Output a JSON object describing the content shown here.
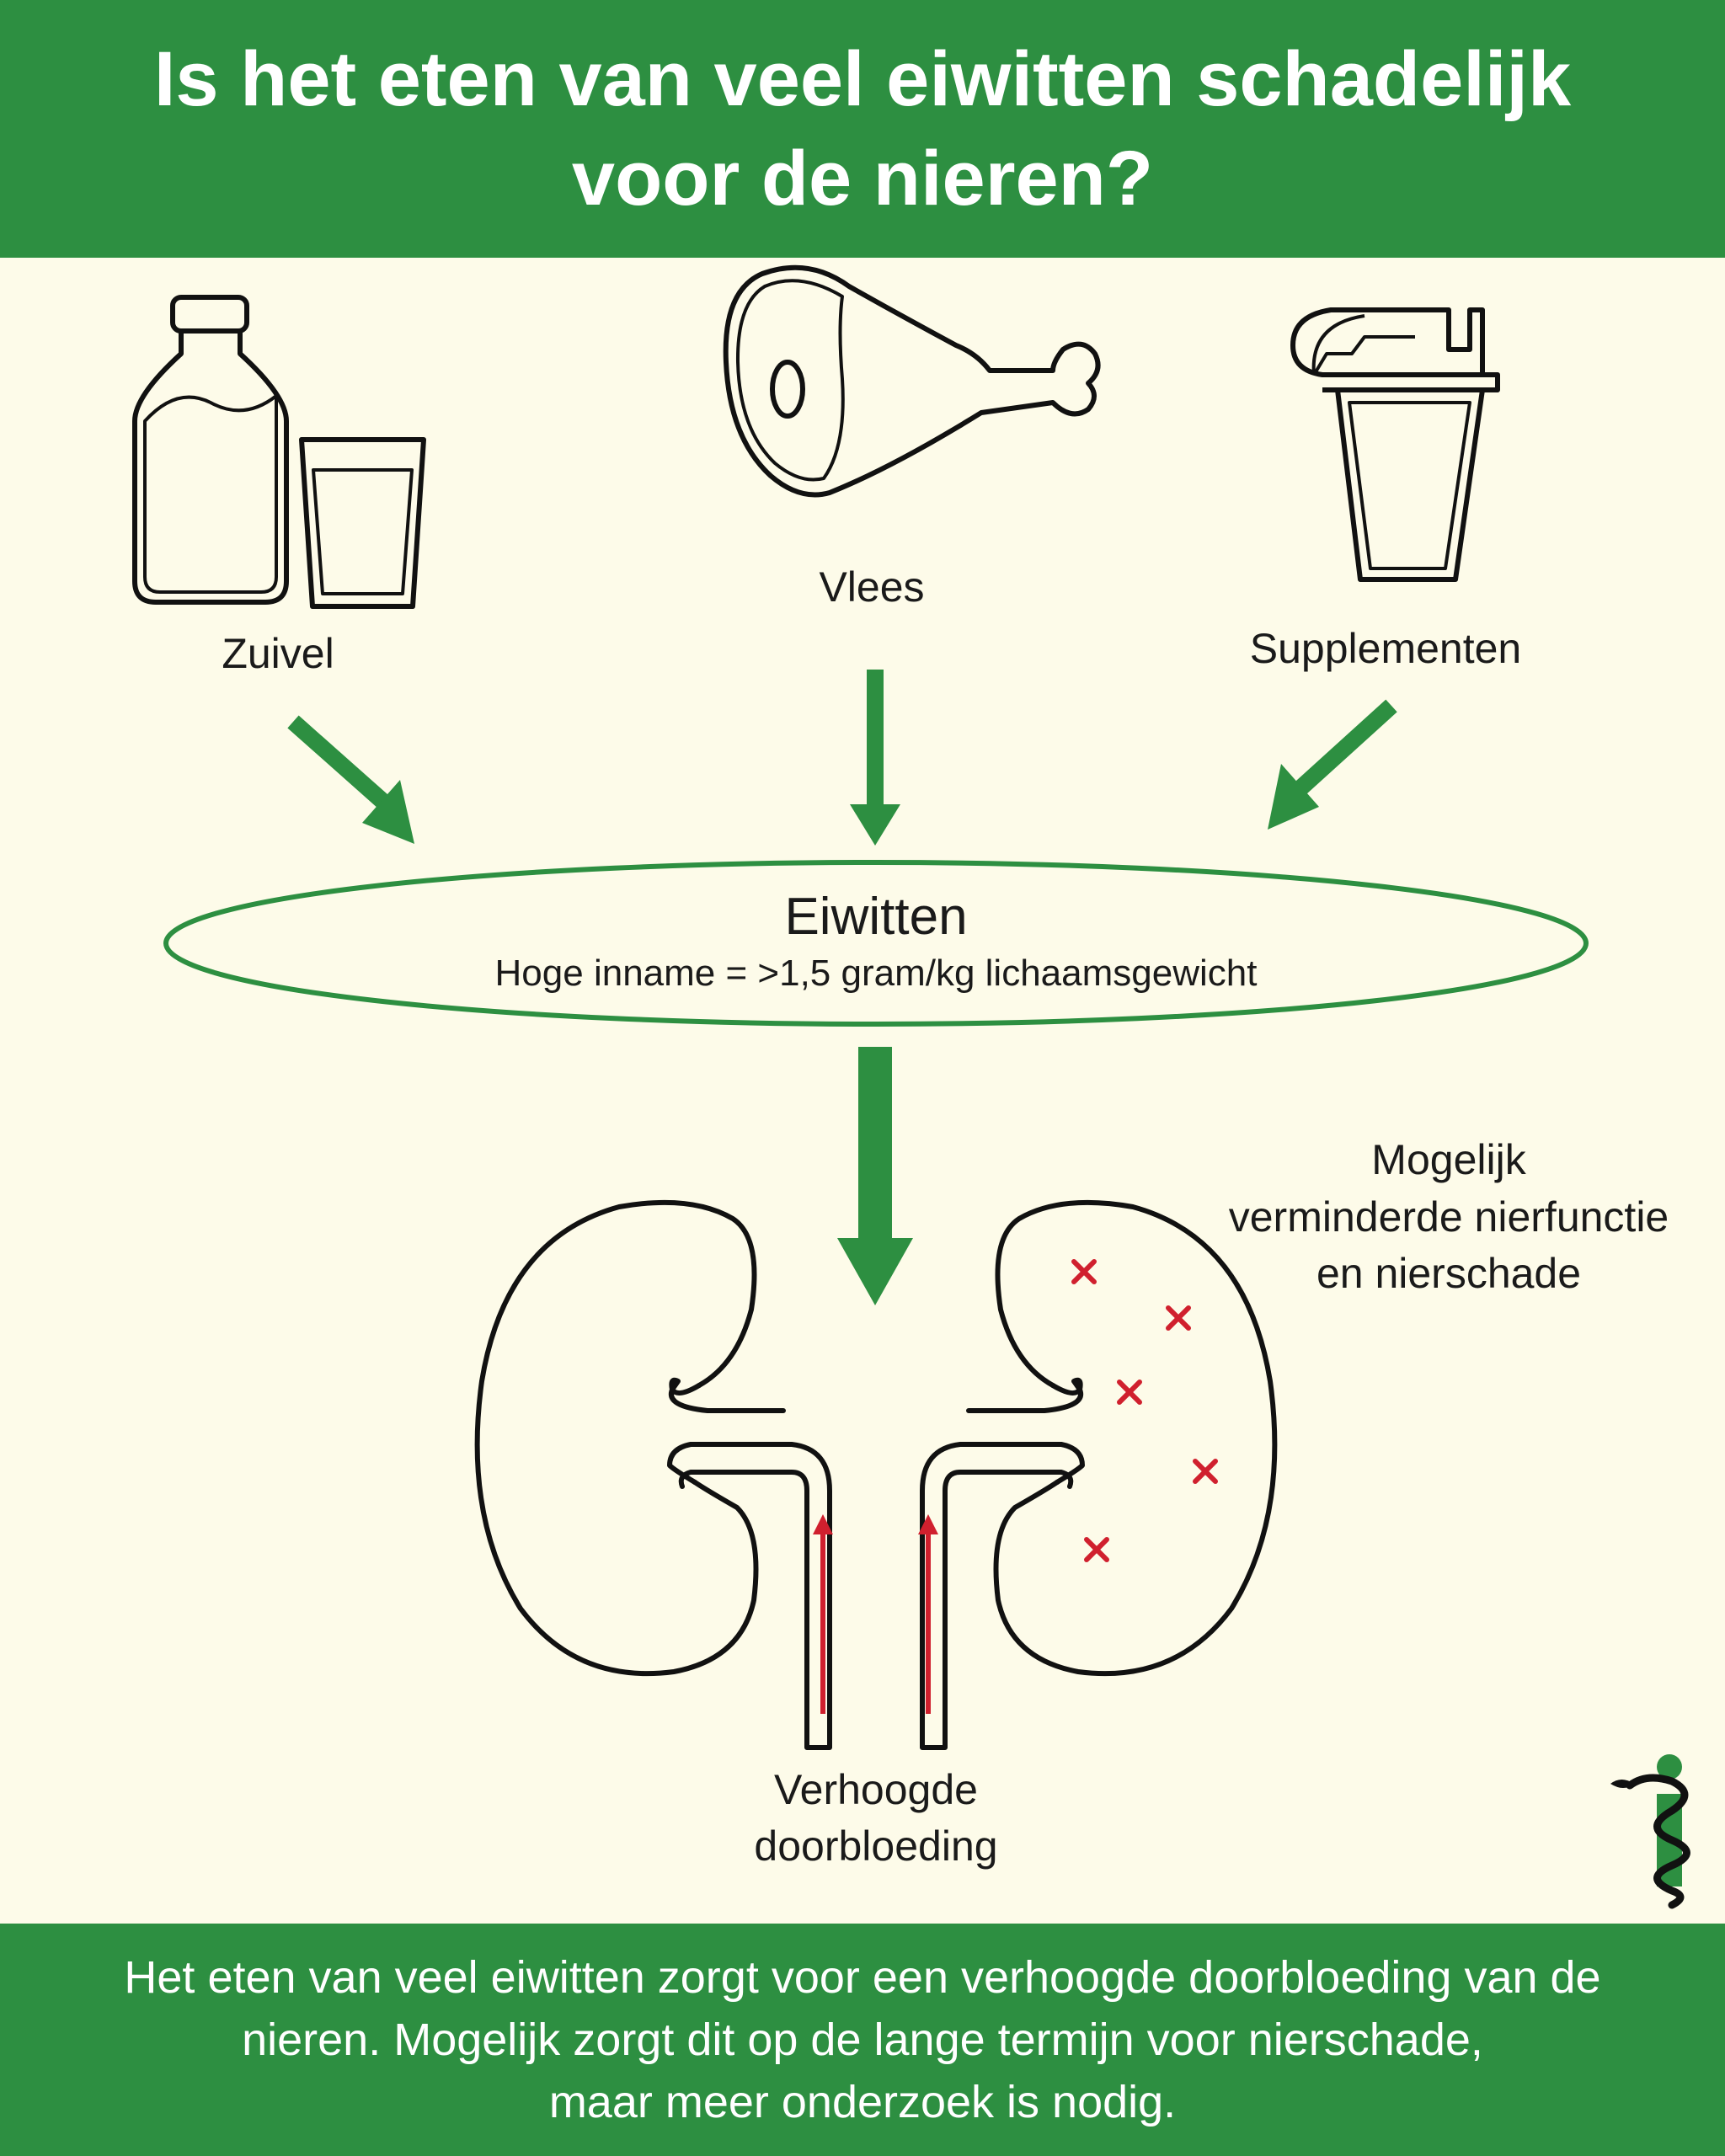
{
  "title": {
    "line1": "Is het eten van veel eiwitten schadelijk",
    "line2": "voor de nieren?"
  },
  "sources": {
    "dairy": "Zuivel",
    "meat": "Vlees",
    "supplements": "Supplementen"
  },
  "protein": {
    "title": "Eiwitten",
    "subtitle": "Hoge inname = >1,5 gram/kg lichaamsgewicht"
  },
  "effects": {
    "blood_flow_line1": "Verhoogde",
    "blood_flow_line2": "doorbloeding",
    "damage_line1": "Mogelijk",
    "damage_line2": "verminderde nierfunctie",
    "damage_line3": "en nierschade"
  },
  "footer": {
    "line1": "Het eten van veel eiwitten zorgt voor een verhoogde doorbloeding van de",
    "line2": "nieren. Mogelijk zorgt dit op de lange termijn voor nierschade,",
    "line3": "maar meer onderzoek is nodig."
  },
  "colors": {
    "brand_green": "#2d8f41",
    "background": "#fdfbe9",
    "damage_red": "#d0202e"
  },
  "icons": [
    "milk-bottle-icon",
    "glass-icon",
    "ham-leg-icon",
    "shaker-icon",
    "kidney-icon",
    "snake-info-logo-icon"
  ]
}
